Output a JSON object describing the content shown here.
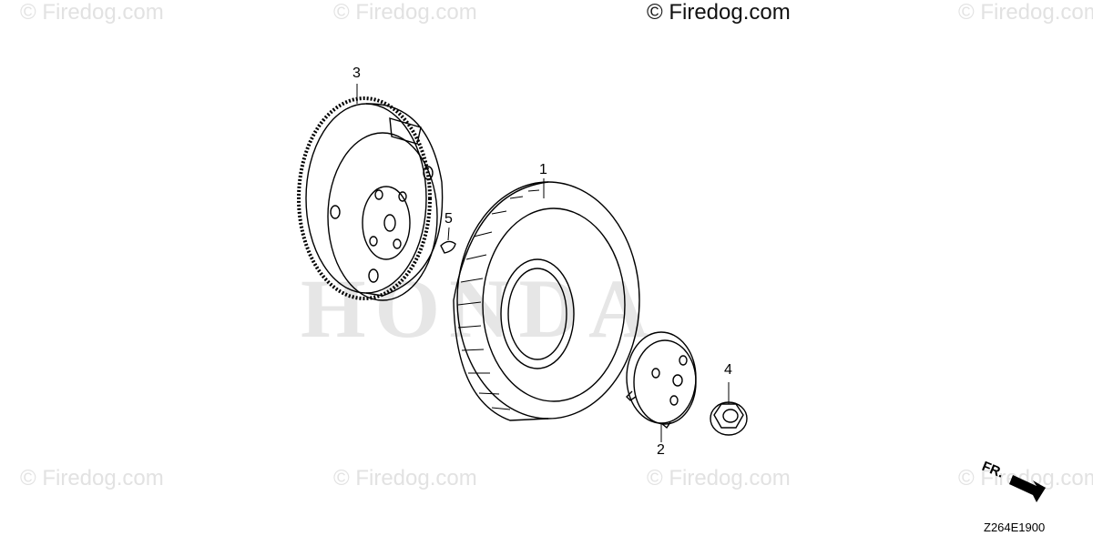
{
  "watermarks": {
    "text": "© Firedog.com"
  },
  "brand_logo": "HONDA",
  "callouts": {
    "part_1": "1",
    "part_2": "2",
    "part_3": "3",
    "part_4": "4",
    "part_5": "5"
  },
  "front_indicator": "FR.",
  "diagram_code": "Z264E1900",
  "colors": {
    "line": "#000000",
    "watermark": "#e2e2e2",
    "brand": "#e6e6e6"
  }
}
